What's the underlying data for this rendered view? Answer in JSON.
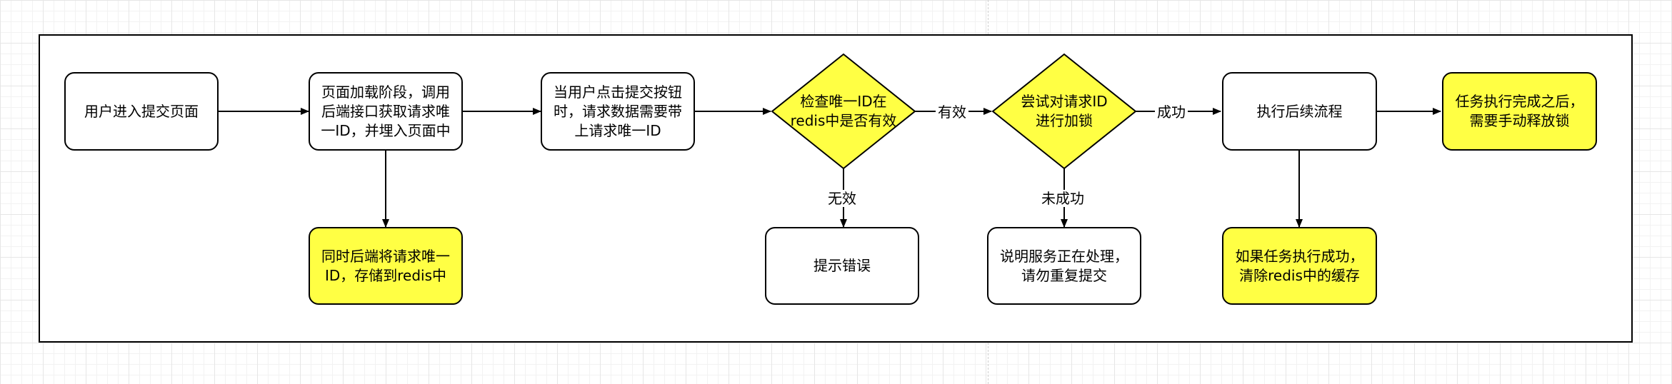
{
  "nodes": {
    "user_enter": "用户进入提交页面",
    "page_load": "页面加载阶段，调用\n后端接口获取请求唯\n一ID，并埋入页面中",
    "store_redis": "同时后端将请求唯一\nID，存储到redis中",
    "user_submit": "当用户点击提交按钮\n时，请求数据需要带\n上请求唯一ID",
    "check_id": "检查唯一ID在\nredis中是否有效",
    "show_error": "提示错误",
    "try_lock": "尝试对请求ID\n进行加锁",
    "processing": "说明服务正在处理，\n请勿重复提交",
    "continue_flow": "执行后续流程",
    "clear_cache": "如果任务执行成功，\n清除redis中的缓存",
    "release_lock": "任务执行完成之后，\n需要手动释放锁"
  },
  "edges": {
    "valid": "有效",
    "invalid": "无效",
    "success": "成功",
    "fail": "未成功"
  },
  "colors": {
    "highlight": "#ffff44",
    "stroke": "#000000",
    "grid": "#e6e6e6"
  }
}
